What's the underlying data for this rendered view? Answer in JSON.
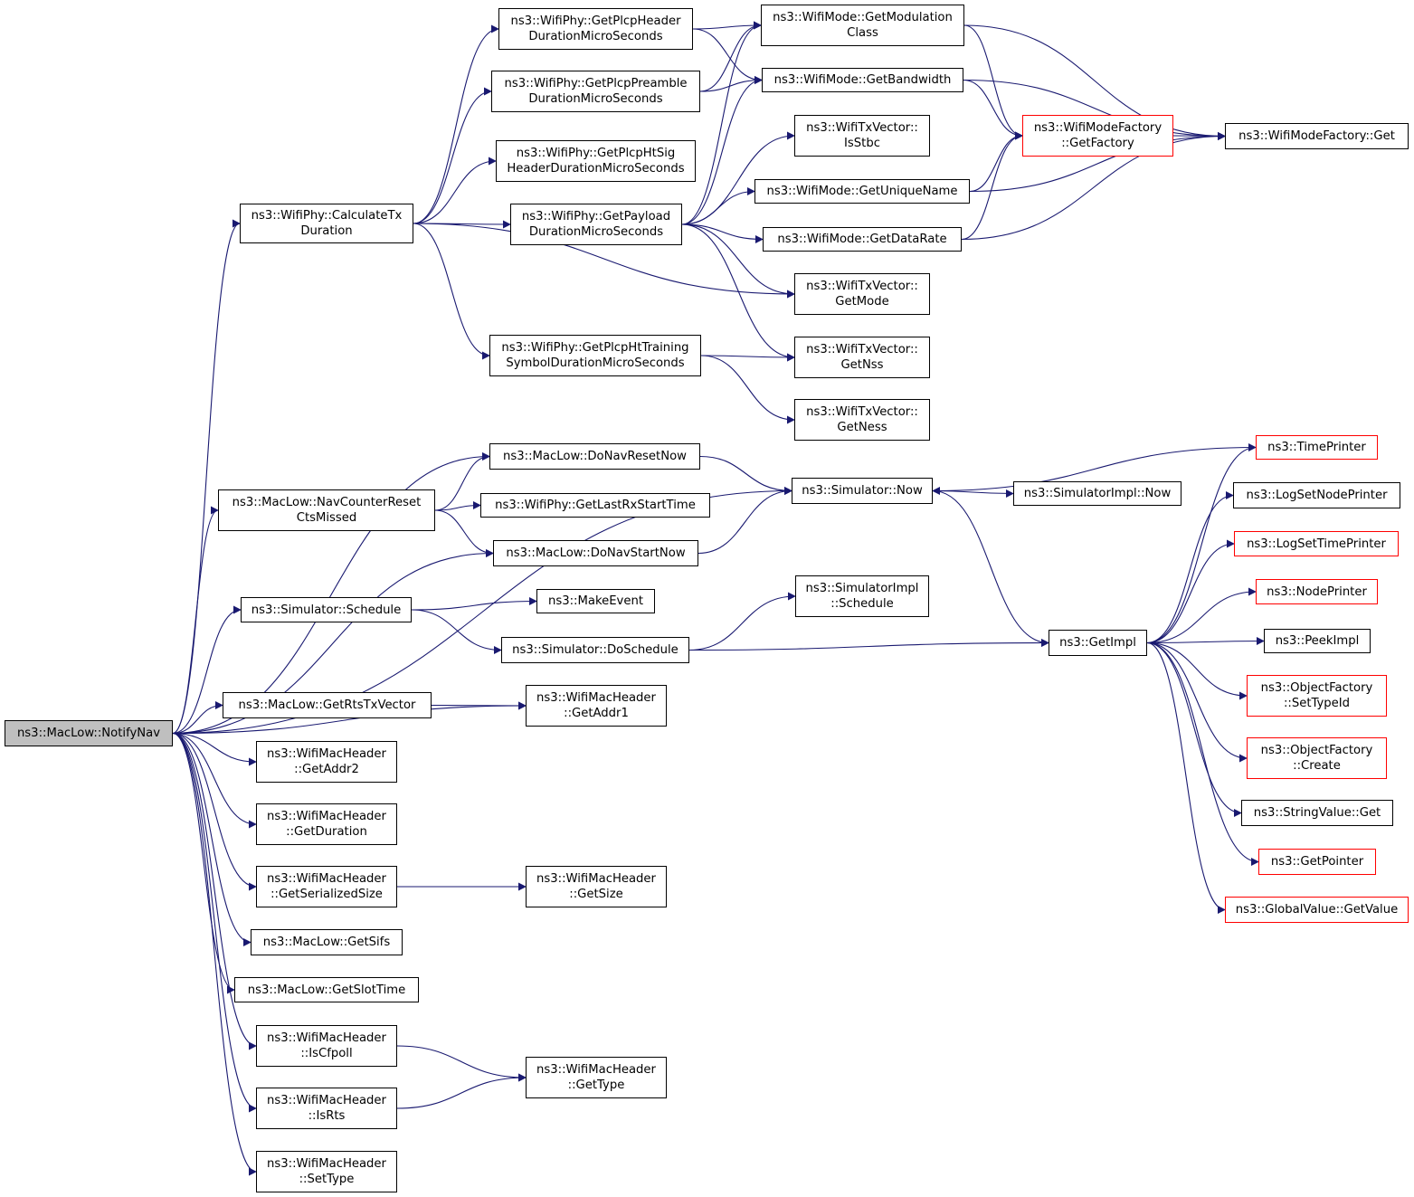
{
  "colors": {
    "edge": "#191970",
    "node_border": "#000000",
    "truncated_border": "#ff0000",
    "current_fill": "#bfbfbf"
  },
  "nodes": [
    {
      "id": "notifynav",
      "lines": [
        "ns3::MacLow::NotifyNav"
      ],
      "style": "current"
    },
    {
      "id": "calctx",
      "lines": [
        "ns3::WifiPhy::CalculateTx",
        "Duration"
      ]
    },
    {
      "id": "plcphdr",
      "lines": [
        "ns3::WifiPhy::GetPlcpHeader",
        "DurationMicroSeconds"
      ]
    },
    {
      "id": "plcppre",
      "lines": [
        "ns3::WifiPhy::GetPlcpPreamble",
        "DurationMicroSeconds"
      ]
    },
    {
      "id": "htsig",
      "lines": [
        "ns3::WifiPhy::GetPlcpHtSig",
        "HeaderDurationMicroSeconds"
      ]
    },
    {
      "id": "payload",
      "lines": [
        "ns3::WifiPhy::GetPayload",
        "DurationMicroSeconds"
      ]
    },
    {
      "id": "httrain",
      "lines": [
        "ns3::WifiPhy::GetPlcpHtTraining",
        "SymbolDurationMicroSeconds"
      ]
    },
    {
      "id": "modclass",
      "lines": [
        "ns3::WifiMode::GetModulation",
        "Class"
      ]
    },
    {
      "id": "bandwidth",
      "lines": [
        "ns3::WifiMode::GetBandwidth"
      ]
    },
    {
      "id": "isstbc",
      "lines": [
        "ns3::WifiTxVector::",
        "IsStbc"
      ]
    },
    {
      "id": "uniquename",
      "lines": [
        "ns3::WifiMode::GetUniqueName"
      ]
    },
    {
      "id": "datarate",
      "lines": [
        "ns3::WifiMode::GetDataRate"
      ]
    },
    {
      "id": "getmode",
      "lines": [
        "ns3::WifiTxVector::",
        "GetMode"
      ]
    },
    {
      "id": "getnss",
      "lines": [
        "ns3::WifiTxVector::",
        "GetNss"
      ]
    },
    {
      "id": "getness",
      "lines": [
        "ns3::WifiTxVector::",
        "GetNess"
      ]
    },
    {
      "id": "getfactory",
      "lines": [
        "ns3::WifiModeFactory",
        "::GetFactory"
      ],
      "style": "red"
    },
    {
      "id": "factoryget",
      "lines": [
        "ns3::WifiModeFactory::Get"
      ]
    },
    {
      "id": "navreset",
      "lines": [
        "ns3::MacLow::DoNavResetNow"
      ]
    },
    {
      "id": "navcounter",
      "lines": [
        "ns3::MacLow::NavCounterReset",
        "CtsMissed"
      ]
    },
    {
      "id": "lastrx",
      "lines": [
        "ns3::WifiPhy::GetLastRxStartTime"
      ]
    },
    {
      "id": "navstart",
      "lines": [
        "ns3::MacLow::DoNavStartNow"
      ]
    },
    {
      "id": "simnow",
      "lines": [
        "ns3::Simulator::Now"
      ]
    },
    {
      "id": "implnow",
      "lines": [
        "ns3::SimulatorImpl::Now"
      ]
    },
    {
      "id": "timeprinter",
      "lines": [
        "ns3::TimePrinter"
      ],
      "style": "red"
    },
    {
      "id": "schedule",
      "lines": [
        "ns3::Simulator::Schedule"
      ]
    },
    {
      "id": "makeevent",
      "lines": [
        "ns3::MakeEvent"
      ]
    },
    {
      "id": "implschedule",
      "lines": [
        "ns3::SimulatorImpl",
        "::Schedule"
      ]
    },
    {
      "id": "doschedule",
      "lines": [
        "ns3::Simulator::DoSchedule"
      ]
    },
    {
      "id": "getimpl",
      "lines": [
        "ns3::GetImpl"
      ]
    },
    {
      "id": "lognode",
      "lines": [
        "ns3::LogSetNodePrinter"
      ]
    },
    {
      "id": "logtime",
      "lines": [
        "ns3::LogSetTimePrinter"
      ],
      "style": "red"
    },
    {
      "id": "nodeprinter",
      "lines": [
        "ns3::NodePrinter"
      ],
      "style": "red"
    },
    {
      "id": "peekimpl",
      "lines": [
        "ns3::PeekImpl"
      ]
    },
    {
      "id": "settypeid",
      "lines": [
        "ns3::ObjectFactory",
        "::SetTypeId"
      ],
      "style": "red"
    },
    {
      "id": "create",
      "lines": [
        "ns3::ObjectFactory",
        "::Create"
      ],
      "style": "red"
    },
    {
      "id": "stringget",
      "lines": [
        "ns3::StringValue::Get"
      ]
    },
    {
      "id": "getpointer",
      "lines": [
        "ns3::GetPointer"
      ],
      "style": "red"
    },
    {
      "id": "globalvalue",
      "lines": [
        "ns3::GlobalValue::GetValue"
      ],
      "style": "red"
    },
    {
      "id": "rtstx",
      "lines": [
        "ns3::MacLow::GetRtsTxVector"
      ]
    },
    {
      "id": "getaddr1",
      "lines": [
        "ns3::WifiMacHeader",
        "::GetAddr1"
      ]
    },
    {
      "id": "getaddr2",
      "lines": [
        "ns3::WifiMacHeader",
        "::GetAddr2"
      ]
    },
    {
      "id": "getduration",
      "lines": [
        "ns3::WifiMacHeader",
        "::GetDuration"
      ]
    },
    {
      "id": "serialized",
      "lines": [
        "ns3::WifiMacHeader",
        "::GetSerializedSize"
      ]
    },
    {
      "id": "getsize",
      "lines": [
        "ns3::WifiMacHeader",
        "::GetSize"
      ]
    },
    {
      "id": "getsifs",
      "lines": [
        "ns3::MacLow::GetSifs"
      ]
    },
    {
      "id": "slottime",
      "lines": [
        "ns3::MacLow::GetSlotTime"
      ]
    },
    {
      "id": "iscfpoll",
      "lines": [
        "ns3::WifiMacHeader",
        "::IsCfpoll"
      ]
    },
    {
      "id": "isrts",
      "lines": [
        "ns3::WifiMacHeader",
        "::IsRts"
      ]
    },
    {
      "id": "gettype",
      "lines": [
        "ns3::WifiMacHeader",
        "::GetType"
      ]
    },
    {
      "id": "settype",
      "lines": [
        "ns3::WifiMacHeader",
        "::SetType"
      ]
    }
  ],
  "edges": [
    [
      "notifynav",
      "calctx"
    ],
    [
      "notifynav",
      "simnow"
    ],
    [
      "notifynav",
      "navreset"
    ],
    [
      "notifynav",
      "navcounter"
    ],
    [
      "notifynav",
      "navstart"
    ],
    [
      "notifynav",
      "schedule"
    ],
    [
      "notifynav",
      "getaddr1"
    ],
    [
      "notifynav",
      "rtstx"
    ],
    [
      "notifynav",
      "getaddr2"
    ],
    [
      "notifynav",
      "getduration"
    ],
    [
      "notifynav",
      "serialized"
    ],
    [
      "notifynav",
      "getsifs"
    ],
    [
      "notifynav",
      "slottime"
    ],
    [
      "notifynav",
      "iscfpoll"
    ],
    [
      "notifynav",
      "isrts"
    ],
    [
      "notifynav",
      "settype"
    ],
    [
      "calctx",
      "plcphdr"
    ],
    [
      "calctx",
      "plcppre"
    ],
    [
      "calctx",
      "htsig"
    ],
    [
      "calctx",
      "payload"
    ],
    [
      "calctx",
      "getmode"
    ],
    [
      "calctx",
      "httrain"
    ],
    [
      "plcphdr",
      "modclass"
    ],
    [
      "plcphdr",
      "bandwidth"
    ],
    [
      "plcppre",
      "modclass"
    ],
    [
      "plcppre",
      "bandwidth"
    ],
    [
      "payload",
      "modclass"
    ],
    [
      "payload",
      "bandwidth"
    ],
    [
      "payload",
      "isstbc"
    ],
    [
      "payload",
      "uniquename"
    ],
    [
      "payload",
      "datarate"
    ],
    [
      "payload",
      "getmode"
    ],
    [
      "payload",
      "getnss"
    ],
    [
      "httrain",
      "getnss"
    ],
    [
      "httrain",
      "getness"
    ],
    [
      "modclass",
      "getfactory"
    ],
    [
      "modclass",
      "factoryget"
    ],
    [
      "bandwidth",
      "getfactory"
    ],
    [
      "bandwidth",
      "factoryget"
    ],
    [
      "uniquename",
      "getfactory"
    ],
    [
      "uniquename",
      "factoryget"
    ],
    [
      "datarate",
      "getfactory"
    ],
    [
      "datarate",
      "factoryget"
    ],
    [
      "getfactory",
      "factoryget"
    ],
    [
      "navreset",
      "simnow"
    ],
    [
      "navcounter",
      "navreset"
    ],
    [
      "navcounter",
      "lastrx"
    ],
    [
      "navcounter",
      "navstart"
    ],
    [
      "navstart",
      "simnow"
    ],
    [
      "timeprinter",
      "simnow"
    ],
    [
      "simnow",
      "implnow"
    ],
    [
      "simnow",
      "getimpl"
    ],
    [
      "schedule",
      "makeevent"
    ],
    [
      "schedule",
      "doschedule"
    ],
    [
      "doschedule",
      "implschedule"
    ],
    [
      "doschedule",
      "getimpl"
    ],
    [
      "getimpl",
      "timeprinter"
    ],
    [
      "getimpl",
      "lognode"
    ],
    [
      "getimpl",
      "logtime"
    ],
    [
      "getimpl",
      "nodeprinter"
    ],
    [
      "getimpl",
      "peekimpl"
    ],
    [
      "getimpl",
      "settypeid"
    ],
    [
      "getimpl",
      "create"
    ],
    [
      "getimpl",
      "stringget"
    ],
    [
      "getimpl",
      "getpointer"
    ],
    [
      "getimpl",
      "globalvalue"
    ],
    [
      "rtstx",
      "getaddr1"
    ],
    [
      "serialized",
      "getsize"
    ],
    [
      "iscfpoll",
      "gettype"
    ],
    [
      "isrts",
      "gettype"
    ]
  ]
}
